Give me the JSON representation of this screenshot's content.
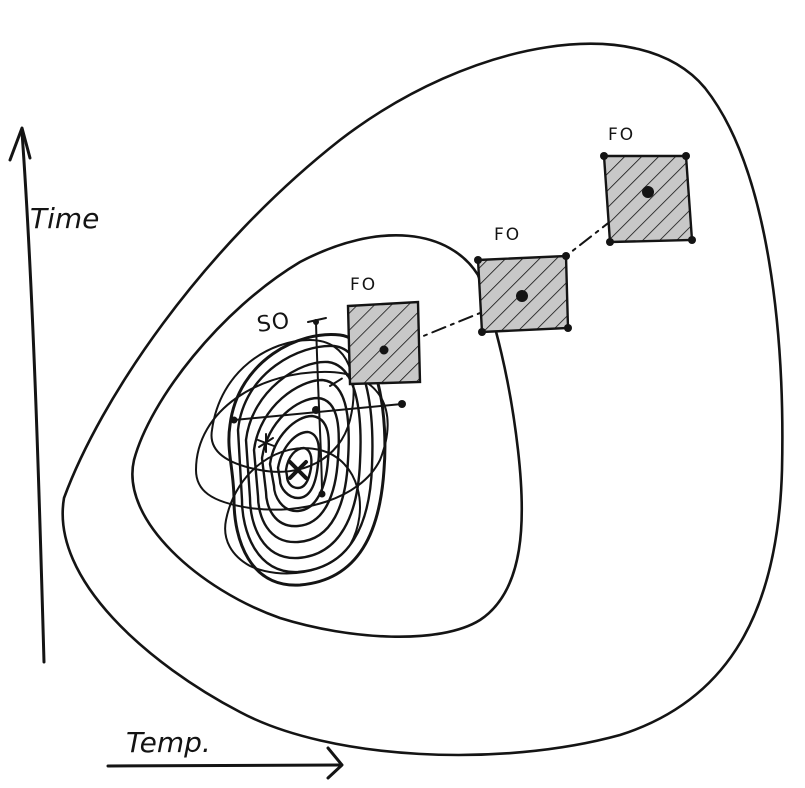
{
  "axes": {
    "y_label": "Time",
    "x_label": "Temp."
  },
  "regions": {
    "second_order": {
      "label": "SO"
    },
    "first_order": [
      {
        "label": "FO"
      },
      {
        "label": "FO"
      },
      {
        "label": "FO"
      }
    ]
  },
  "colors": {
    "ink": "#141414",
    "patch_fill": "#c8c8c8",
    "background": "#ffffff"
  }
}
